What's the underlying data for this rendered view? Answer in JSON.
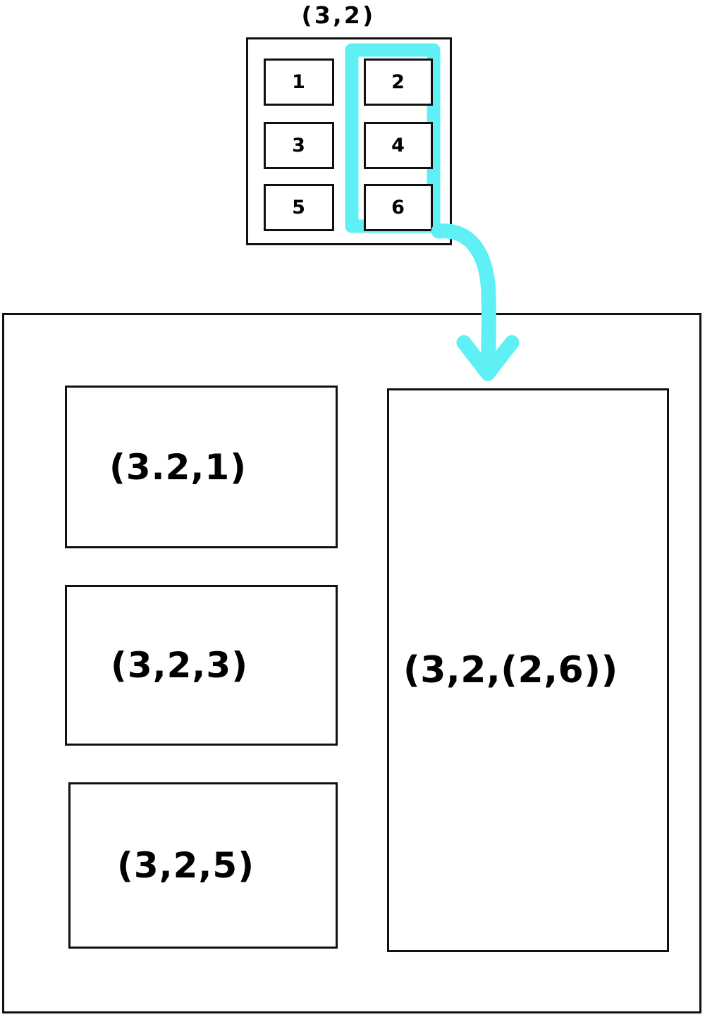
{
  "diagram": {
    "title": "(3,2)",
    "colors": {
      "ink": "#111111",
      "highlight": "#5FF0F5",
      "background": "#ffffff"
    },
    "source_grid": {
      "label": "(3,2)",
      "columns": [
        {
          "name": "column-a",
          "selected": false,
          "cells": [
            "1",
            "3",
            "5"
          ]
        },
        {
          "name": "column-b",
          "selected": true,
          "cells": [
            "2",
            "4",
            "6"
          ]
        }
      ],
      "cells_flat": [
        "1",
        "2",
        "3",
        "4",
        "5",
        "6"
      ],
      "selection": {
        "name": "column-b-highlight",
        "covers": [
          "2",
          "4",
          "6"
        ],
        "color": "#5FF0F5"
      }
    },
    "arrow": {
      "name": "flow-arrow",
      "color": "#5FF0F5",
      "from": "column-b-highlight",
      "to": "result-right-box"
    },
    "result_container": {
      "left_column": [
        {
          "label": "(3.2,1)"
        },
        {
          "label": "(3,2,3)"
        },
        {
          "label": "(3,2,5)"
        }
      ],
      "right_box": {
        "label": "(3,2,(2,6))"
      }
    }
  }
}
